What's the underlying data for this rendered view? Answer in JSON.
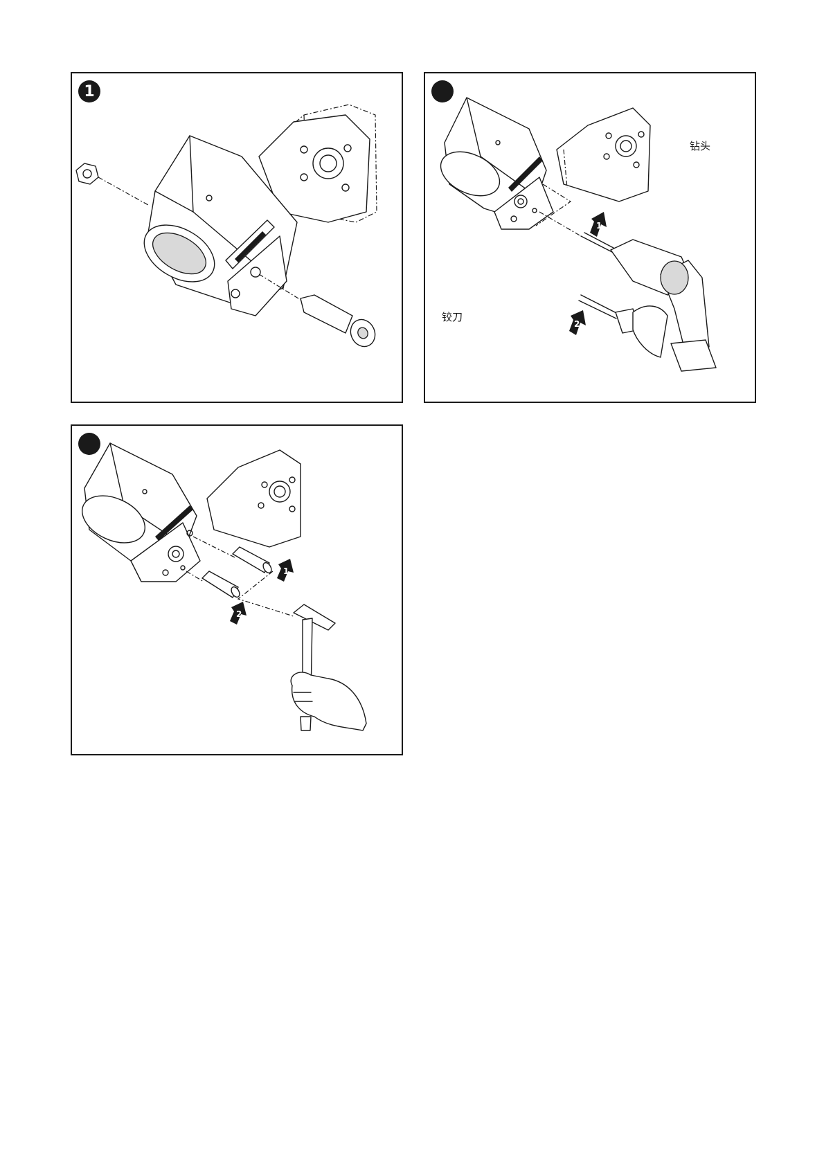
{
  "panels": [
    {
      "step": "1",
      "labels": []
    },
    {
      "step": "",
      "labels": [
        "钻头",
        "铰刀"
      ],
      "arrows": [
        "1",
        "2"
      ]
    },
    {
      "step": "",
      "labels": [],
      "arrows": [
        "1",
        "2"
      ]
    }
  ]
}
